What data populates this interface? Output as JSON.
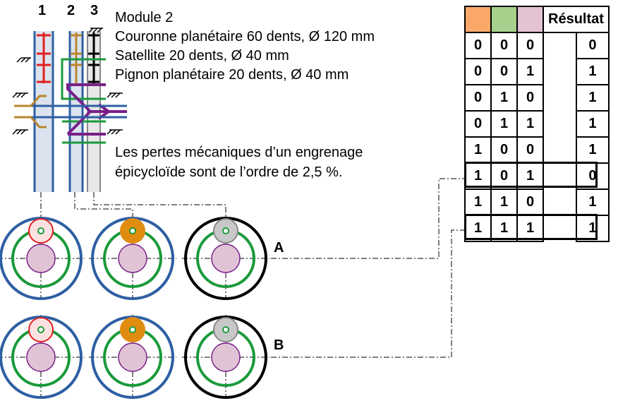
{
  "columns": [
    "1",
    "2",
    "3"
  ],
  "specs": [
    "Module 2",
    "Couronne planétaire 60 dents, Ø 120 mm",
    "Satellite 20 dents, Ø 40 mm",
    "Pignon planétaire 20 dents, Ø 40 mm"
  ],
  "note": [
    "Les pertes mécaniques d’un engrenage",
    "épicycloïde sont de l’ordre de 2,5 %."
  ],
  "row_labels": [
    "A",
    "B"
  ],
  "table": {
    "header_colors": [
      "#f9a86a",
      "#a8d08d",
      "#e3c3d3"
    ],
    "result_header": "Résultat",
    "rows": [
      [
        "0",
        "0",
        "0",
        "0"
      ],
      [
        "0",
        "0",
        "1",
        "1"
      ],
      [
        "0",
        "1",
        "0",
        "1"
      ],
      [
        "0",
        "1",
        "1",
        "1"
      ],
      [
        "1",
        "0",
        "0",
        "1"
      ],
      [
        "1",
        "0",
        "1",
        "0"
      ],
      [
        "1",
        "1",
        "0",
        "1"
      ],
      [
        "1",
        "1",
        "1",
        "1"
      ]
    ],
    "highlighted_rows": [
      5,
      7
    ]
  },
  "colors": {
    "ring_blue": "#2e5fa3",
    "satellite_green": "#1a9a3a",
    "sun_purple": "#7a1f8a",
    "sun_fill": "#e0c4d6",
    "planet_red": "#e02020",
    "planet_orange": "#e08c10",
    "planet_grey": "#c8c8c8",
    "shaft_brown": "#b8862e"
  }
}
